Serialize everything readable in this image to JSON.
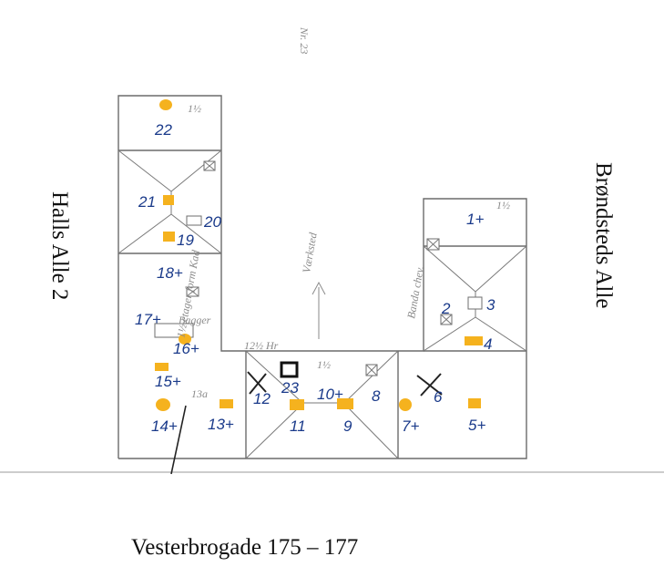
{
  "streets": {
    "left": "Halls Alle 2",
    "right": "Brøndsteds Alle",
    "bottom": "Vesterbrogade 175 – 177"
  },
  "pencil_notes": {
    "vertical_title": "Nr. 23",
    "vertical_note_1": "1½ etager form Kad",
    "vertical_note_2": "Værksted",
    "right_note": "Banda chev.",
    "note_17": "Bagger",
    "note_13a": "13a",
    "note_12": "12½ Hr",
    "note_1": "1½",
    "note_22": "1½",
    "note_10": "1½"
  },
  "labels": {
    "n1": "1+",
    "n2": "2",
    "n3": "3",
    "n4": "4",
    "n5": "5+",
    "n6": "6",
    "n7": "7+",
    "n8": "8",
    "n9": "9",
    "n10": "10+",
    "n11": "11",
    "n12": "12",
    "n13": "13+",
    "n14": "14+",
    "n15": "15+",
    "n16": "16+",
    "n17": "17+",
    "n18": "18+",
    "n19": "19",
    "n20": "20",
    "n21": "21",
    "n22": "22",
    "n23": "23"
  },
  "colors": {
    "marker": "#f5b21e",
    "ink_numbers": "#1a3a8a",
    "pencil": "#8a8a8a"
  }
}
